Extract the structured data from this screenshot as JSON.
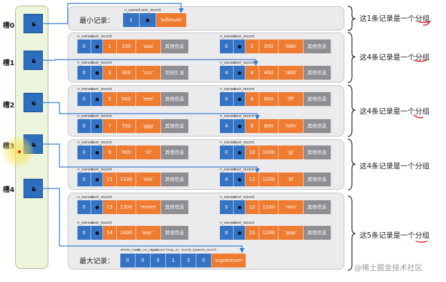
{
  "slots": [
    {
      "label": "槽0"
    },
    {
      "label": "槽1"
    },
    {
      "label": "槽2"
    },
    {
      "label": "槽3"
    },
    {
      "label": "槽4"
    }
  ],
  "header_small": {
    "n_owned": "n_owned",
    "next_record": "next_record"
  },
  "infimum": {
    "label": "最小记录：",
    "owned": "1",
    "text": "'infimum'"
  },
  "supremum": {
    "label": "最大记录：",
    "headers": [
      "delete_mask",
      "min_rec_mask",
      "n_owned",
      "heap_no",
      "record_type",
      "next_record"
    ],
    "cells": [
      "0",
      "0",
      "5",
      "1",
      "3",
      "0"
    ],
    "text": "'supremum'"
  },
  "other_info": "其他信息",
  "groups": [
    {
      "rows": [
        [
          {
            "owned": "0",
            "id": "1",
            "val": "100",
            "str": "'aaa'",
            "info": "其他信息"
          },
          {
            "owned": "0",
            "id": "2",
            "val": "200",
            "str": "'bbb'",
            "info": "其他信息"
          }
        ],
        [
          {
            "owned": "0",
            "id": "3",
            "val": "300",
            "str": "'ccc'",
            "info": "其他信\n息"
          },
          {
            "owned": "4",
            "id": "4",
            "val": "400",
            "str": "'ddd'",
            "info": "其他信息"
          }
        ]
      ]
    },
    {
      "rows": [
        [
          {
            "owned": "0",
            "id": "5",
            "val": "500",
            "str": "'eee'",
            "info": "其他信息"
          },
          {
            "owned": "0",
            "id": "6",
            "val": "600",
            "str": "'fff'",
            "info": "其他信息"
          }
        ],
        [
          {
            "owned": "0",
            "id": "7",
            "val": "700",
            "str": "'ggg'",
            "info": "其他信息"
          },
          {
            "owned": "4",
            "id": "8",
            "val": "800",
            "str": "'hhh'",
            "info": "其他信息"
          }
        ]
      ]
    },
    {
      "rows": [
        [
          {
            "owned": "0",
            "id": "9",
            "val": "900",
            "str": "'iii'",
            "info": "其他信息"
          },
          {
            "owned": "0",
            "id": "10",
            "val": "1000",
            "str": "'jjj'",
            "info": "其他信息"
          }
        ],
        [
          {
            "owned": "0",
            "id": "11",
            "val": "1100",
            "str": "'kkk'",
            "info": "其他信息"
          },
          {
            "owned": "4",
            "id": "12",
            "val": "1200",
            "str": "'lll'",
            "info": "其他信息"
          }
        ]
      ]
    },
    {
      "rows": [
        [
          {
            "owned": "0",
            "id": "13",
            "val": "1300",
            "str": "'mmm'",
            "info": "其他信息"
          },
          {
            "owned": "0",
            "id": "12",
            "val": "1200",
            "str": "'nnn'",
            "info": "其他信息"
          }
        ],
        [
          {
            "owned": "0",
            "id": "14",
            "val": "1400",
            "str": "'ooo' '",
            "info": "其他信息"
          },
          {
            "owned": "0",
            "id": "15",
            "val": "1200",
            "str": "'ppp'",
            "info": "其他信息"
          }
        ]
      ]
    }
  ],
  "annotations": [
    "这1条记录是一个分组",
    "这4条记录是一个分组",
    "这4条记录是一个分组",
    "这4条记录是一个分组",
    "这5条记录是一个分组"
  ],
  "watermark": "@稀土掘金技术社区",
  "colors": {
    "blue": "#3473c4",
    "orange": "#ee7b30",
    "gray": "#8d8d92",
    "slot_bg": "#eef5df",
    "group_bg": "#ebebee",
    "red_mark": "#e02020"
  }
}
